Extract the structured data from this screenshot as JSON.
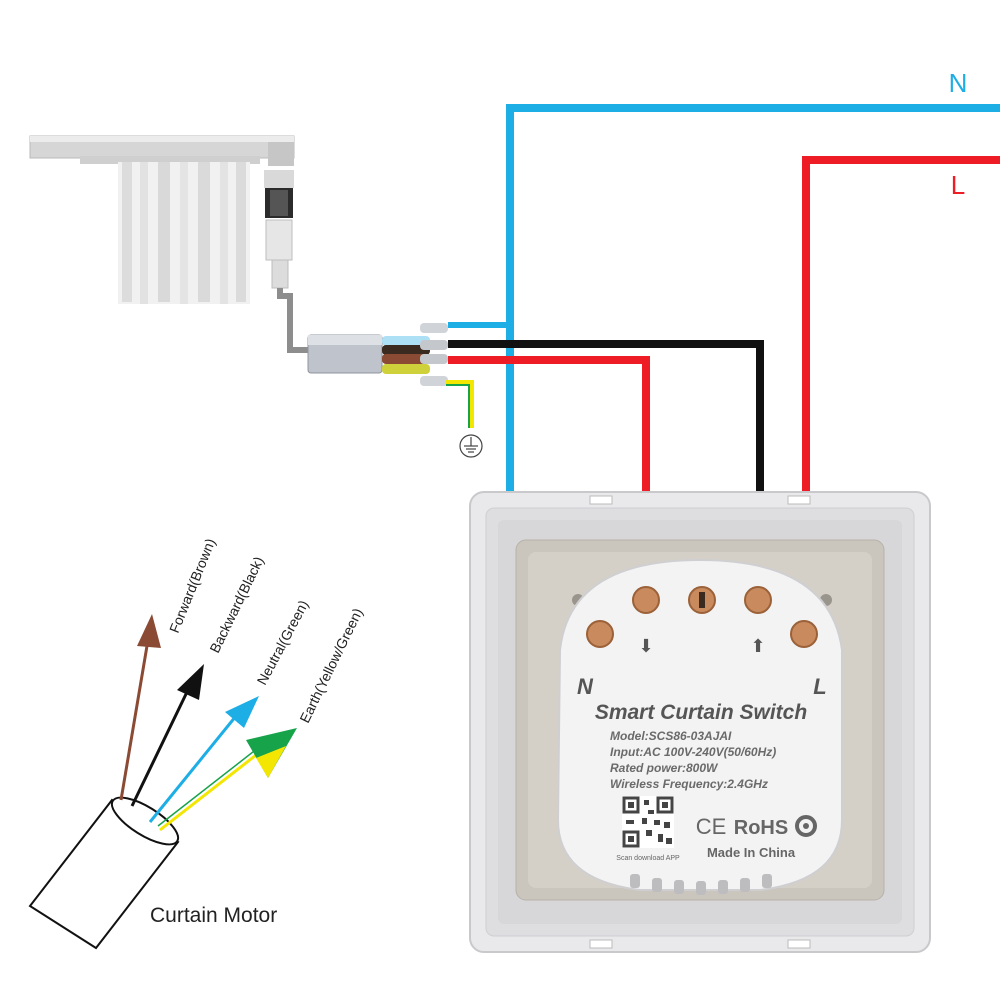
{
  "wires": {
    "neutral_label": "N",
    "live_label": "L",
    "neutral_color": "#1eaee6",
    "live_color": "#ee1c24",
    "black_color": "#111111",
    "earth_color": "#c8d400"
  },
  "motor": {
    "label": "Curtain Motor",
    "leads": [
      {
        "label": "Forward(Brown)",
        "color": "#8b4a33"
      },
      {
        "label": "Backward(Black)",
        "color": "#111111"
      },
      {
        "label": "Neutral(Green)",
        "color": "#1eaee6"
      },
      {
        "label": "Earth(Yellow/Green)",
        "color": "#16a34a",
        "color2": "#f3e600"
      }
    ]
  },
  "earth_symbol": "earth-ground-icon",
  "switch": {
    "terminal_n": "N",
    "terminal_l": "L",
    "title": "Smart Curtain Switch",
    "specs": [
      "Model:SCS86-03AJAI",
      "Input:AC 100V-240V(50/60Hz)",
      "Rated power:800W",
      "Wireless Frequency:2.4GHz"
    ],
    "qr_caption": "Scan download APP",
    "cert_ce": "CE",
    "cert_rohs": "RoHS",
    "made_in": "Made In China",
    "arrow_down": "⬇",
    "arrow_up": "⬆"
  }
}
